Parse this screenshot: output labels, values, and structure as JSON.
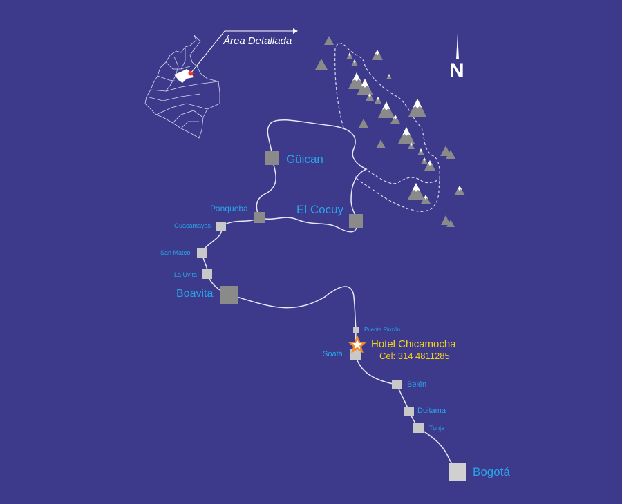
{
  "inset": {
    "label": "Área Detallada"
  },
  "compass": {
    "label": "N"
  },
  "towns": {
    "guican": "Güican",
    "el_cocuy": "El Cocuy",
    "panqueba": "Panqueba",
    "guacamayas": "Guacamayas",
    "san_mateo": "San Mateo",
    "la_uvita": "La Uvita",
    "boavita": "Boavita",
    "puente_pinzon": "Puente Pinzón",
    "soata": "Soatá",
    "belen": "Belén",
    "duitama": "Duitama",
    "tunja": "Tunja",
    "bogota": "Bogotá"
  },
  "hotel": {
    "name": "Hotel Chicamocha",
    "phone": "Cel: 314 4811285"
  },
  "colors": {
    "background": "#3d3a8c",
    "label": "#2aa3e8",
    "hotel": "#f5d21c",
    "star": "#f08a2a",
    "highlight": "#e83030"
  }
}
